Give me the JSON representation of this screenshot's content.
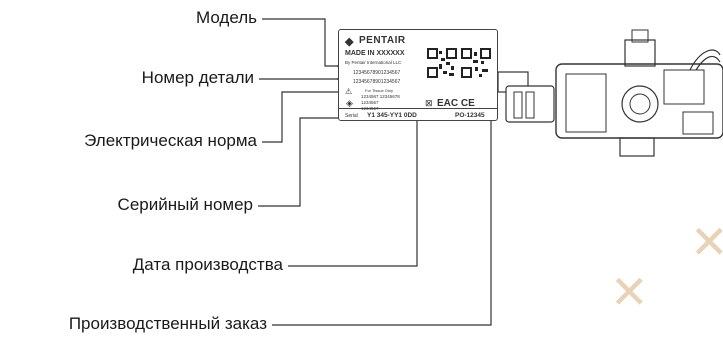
{
  "callouts": {
    "model": "Модель",
    "part_number": "Номер детали",
    "electrical_rating": "Электрическая норма",
    "serial_number": "Серийный номер",
    "production_date": "Дата производства",
    "production_order": "Производственный заказ"
  },
  "plate": {
    "brand": "PENTAIR",
    "made_in": "MADE IN XXXXXX",
    "maker": "By Pentair International LLC",
    "model_line": "12345678901234567",
    "part_line": "12345678901234567",
    "rating_title": "For Tissue Only",
    "rating_lines": [
      "1234567  12345678",
      "1234567",
      "1234567"
    ],
    "serial_label": "Serial",
    "serial_value": "Y1 345-YY1 0DD",
    "po_value": "PO-12345",
    "cert_marks": "EAC CE"
  },
  "colors": {
    "accent": "#e89a3c",
    "line": "#333333"
  }
}
